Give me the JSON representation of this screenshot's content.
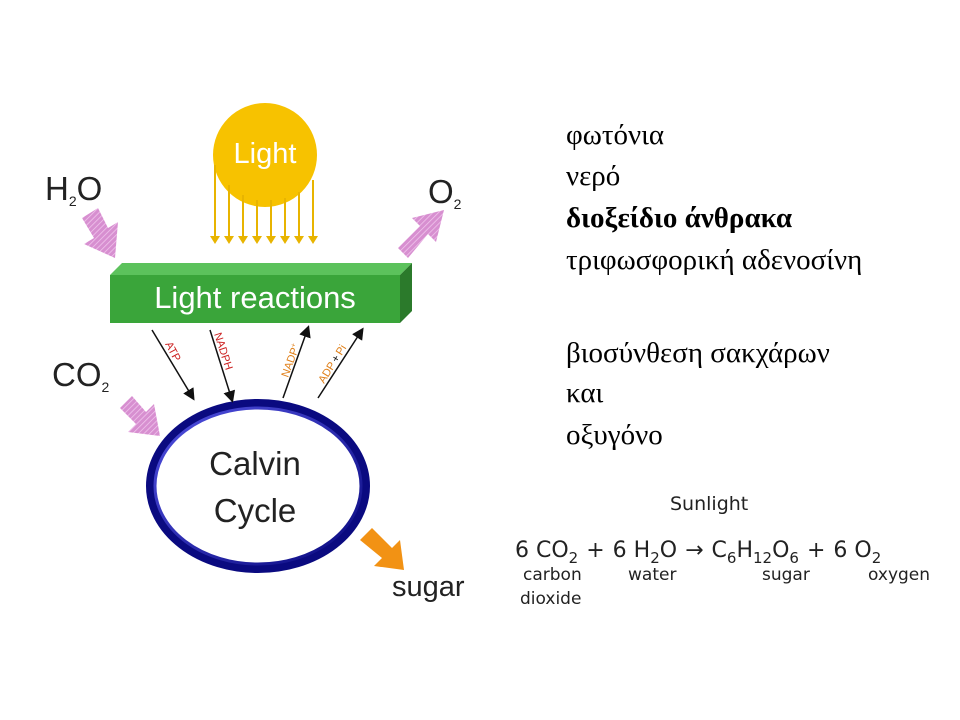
{
  "diagram": {
    "light": "Light",
    "h2o": {
      "main": "H",
      "sub": "2",
      "tail": "O"
    },
    "o2": {
      "main": "O",
      "sub": "2"
    },
    "co2": {
      "main": "CO",
      "sub": "2"
    },
    "light_reactions": "Light reactions",
    "calvin_line1": "Calvin",
    "calvin_line2": "Cycle",
    "sugar": "sugar",
    "atp": "ATP",
    "nadph": "NADPH",
    "nadp": {
      "main": "NADP",
      "sup": "+"
    },
    "adp": {
      "part1": "ADP",
      "plus": "+",
      "pi": "Pi"
    }
  },
  "greek_terms": [
    {
      "text": "φωτόνια",
      "bold": false
    },
    {
      "text": "νερό",
      "bold": false
    },
    {
      "text": "διοξείδιο άνθρακα",
      "bold": true
    },
    {
      "text": "τριφωσφορική αδενοσίνη",
      "bold": false
    },
    {
      "text": "βιοσύνθεση σακχάρων",
      "bold": false
    },
    {
      "text": "και",
      "bold": false
    },
    {
      "text": "οξυγόνο",
      "bold": false
    }
  ],
  "equation": {
    "sunlight": "Sunlight",
    "co2_coef": "6 CO",
    "co2_sub": "2",
    "plus1": "+",
    "h2o_coef": "6 H",
    "h2o_sub": "2",
    "h2o_tail": "O",
    "arrow": "→",
    "c": "C",
    "c_sub": "6",
    "h": "H",
    "h_sub": "12",
    "o": "O",
    "o_sub": "6",
    "plus2": "+",
    "o2_coef": "6 O",
    "o2_sub": "2",
    "label_carbon": "carbon",
    "label_dioxide": "dioxide",
    "label_water": "water",
    "label_sugar": "sugar",
    "label_oxygen": "oxygen"
  },
  "colors": {
    "sun": "#f7c200",
    "sun_rays": "#e8b400",
    "box_green": "#3aa53a",
    "box_dark": "#2b7a2b",
    "pink_arrow": "#d78fd0",
    "orange_arrow": "#f29214",
    "ellipse_blue": "#1a1aa8",
    "red_label": "#cc2222",
    "orange_label": "#e0801a"
  }
}
